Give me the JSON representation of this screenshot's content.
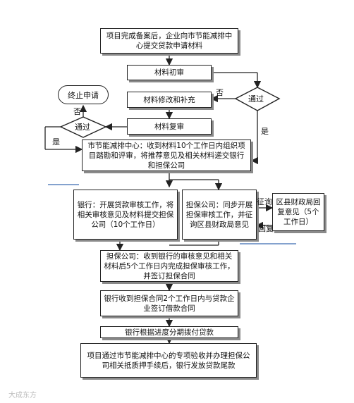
{
  "steps": {
    "s1": "项目完成备案后，企业向市节能减排中心提交贷款申请材料",
    "s2": "材料初审",
    "s3": "材料修改和补充",
    "s4": "材料复审",
    "s5": "市节能减排中心：收到材料10个工作日内组织项目踏勘和评审，将推荐意见及相关材料递交银行和担保公司",
    "s6": "银行：开展贷款审核工作，将相关审核意见及材料提交担保公司（10个工作日）",
    "s7": "担保公司：同步开展担保审核工作，并征询区县财政局意见",
    "s8": "区县财政局回复意见（5个工作日）",
    "s9": "担保公司：收到银行的审核意见和相关材料后5个工作日内完成担保审核工作，并签订担保合同",
    "s10": "银行收到担保合同2个工作日内与贷款企业签订借款合同",
    "s11": "银行根据进度分期拨付贷款",
    "s12": "项目通过市节能减排中心的专项验收并办理担保公司相关抵质押手续后，银行发放贷款尾款"
  },
  "decisions": {
    "d1": "通过",
    "d2": "通过"
  },
  "terminal": "终止申请",
  "edge_labels": {
    "no1": "否",
    "yes1": "是",
    "no2": "否",
    "yes2": "是",
    "inquire": "征询",
    "reply": "回复"
  },
  "watermark": "大成东方"
}
